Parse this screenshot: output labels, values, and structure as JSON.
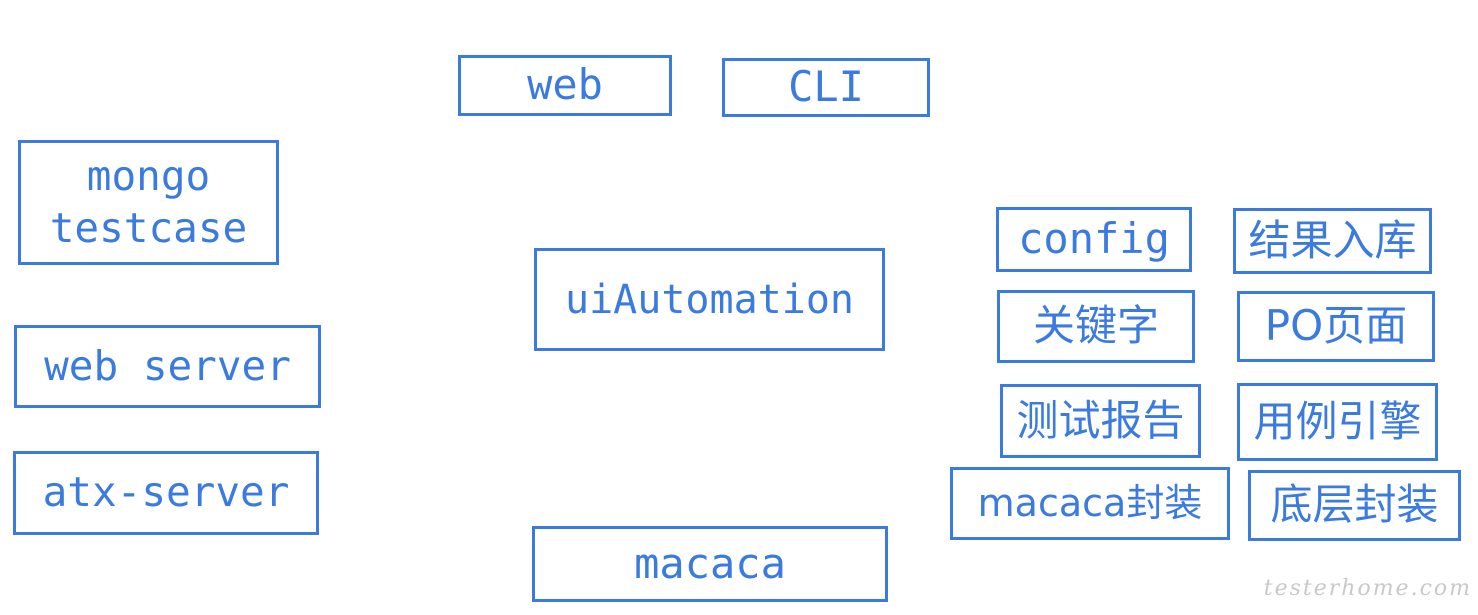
{
  "boxes": {
    "web": "web",
    "cli": "CLI",
    "mongo": "mongo",
    "testcase": "testcase",
    "web_server": "web server",
    "atx_server": "atx-server",
    "ui_automation": "uiAutomation",
    "macaca": "macaca",
    "config": "config",
    "result_storage": "结果入库",
    "keyword": "关键字",
    "po_page": "PO页面",
    "test_report": "测试报告",
    "case_engine": "用例引擎",
    "macaca_wrapper": "macaca封装",
    "base_wrapper": "底层封装"
  },
  "watermark": "testerhome.com"
}
